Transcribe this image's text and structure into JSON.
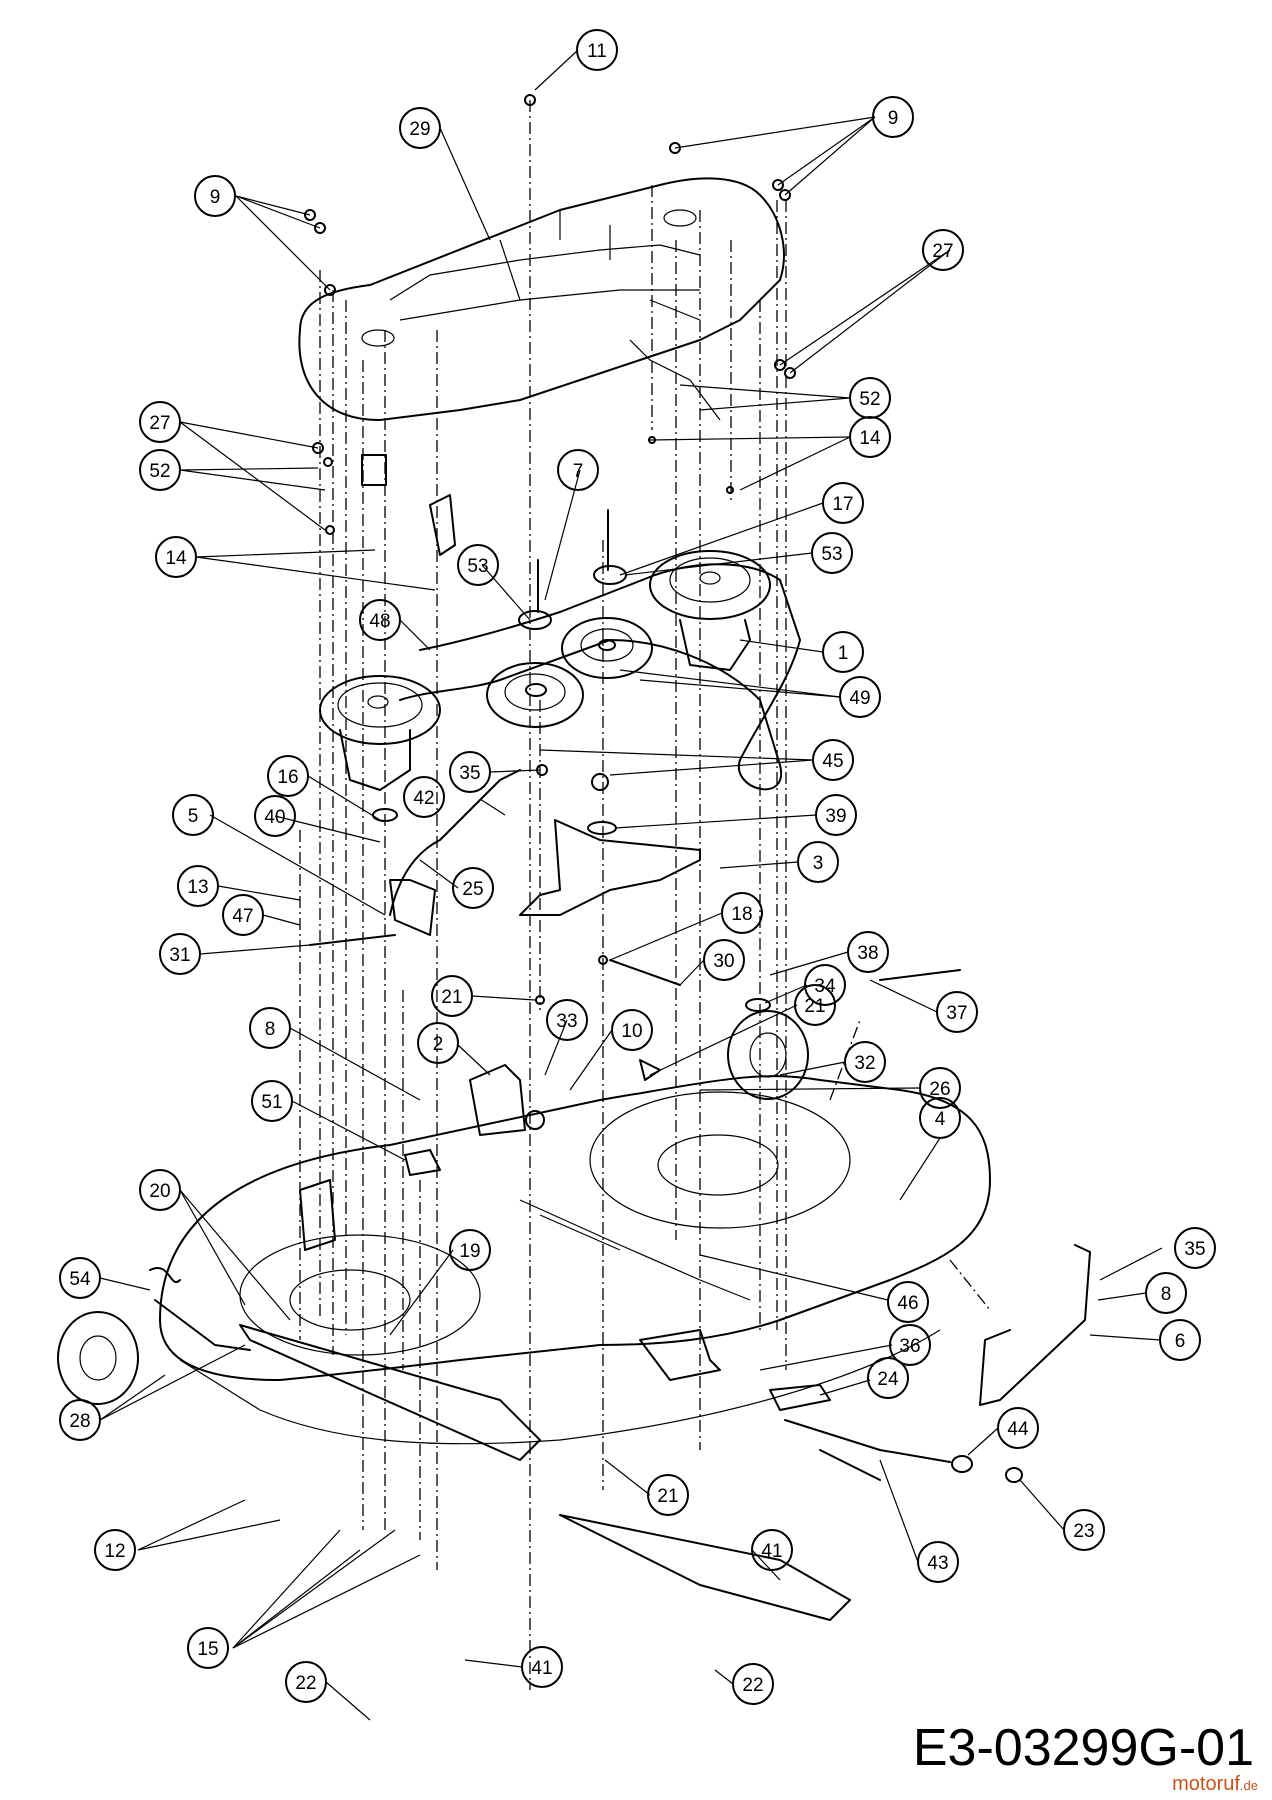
{
  "drawing_code": "E3-03299G-01",
  "watermark": {
    "name": "motoruf",
    "tld": ".de"
  },
  "callouts": [
    {
      "label": "1"
    },
    {
      "label": "2"
    },
    {
      "label": "3"
    },
    {
      "label": "4"
    },
    {
      "label": "5"
    },
    {
      "label": "6"
    },
    {
      "label": "7"
    },
    {
      "label": "8"
    },
    {
      "label": "8"
    },
    {
      "label": "9"
    },
    {
      "label": "9"
    },
    {
      "label": "10"
    },
    {
      "label": "11"
    },
    {
      "label": "12"
    },
    {
      "label": "13"
    },
    {
      "label": "14"
    },
    {
      "label": "14"
    },
    {
      "label": "15"
    },
    {
      "label": "16"
    },
    {
      "label": "17"
    },
    {
      "label": "18"
    },
    {
      "label": "19"
    },
    {
      "label": "20"
    },
    {
      "label": "21"
    },
    {
      "label": "21"
    },
    {
      "label": "21"
    },
    {
      "label": "22"
    },
    {
      "label": "22"
    },
    {
      "label": "23"
    },
    {
      "label": "24"
    },
    {
      "label": "25"
    },
    {
      "label": "26"
    },
    {
      "label": "27"
    },
    {
      "label": "27"
    },
    {
      "label": "28"
    },
    {
      "label": "29"
    },
    {
      "label": "30"
    },
    {
      "label": "31"
    },
    {
      "label": "32"
    },
    {
      "label": "33"
    },
    {
      "label": "34"
    },
    {
      "label": "35"
    },
    {
      "label": "35"
    },
    {
      "label": "36"
    },
    {
      "label": "37"
    },
    {
      "label": "38"
    },
    {
      "label": "39"
    },
    {
      "label": "40"
    },
    {
      "label": "41"
    },
    {
      "label": "41"
    },
    {
      "label": "42"
    },
    {
      "label": "43"
    },
    {
      "label": "44"
    },
    {
      "label": "45"
    },
    {
      "label": "46"
    },
    {
      "label": "47"
    },
    {
      "label": "48"
    },
    {
      "label": "49"
    },
    {
      "label": "51"
    },
    {
      "label": "52"
    },
    {
      "label": "52"
    },
    {
      "label": "53"
    },
    {
      "label": "53"
    },
    {
      "label": "54"
    }
  ]
}
